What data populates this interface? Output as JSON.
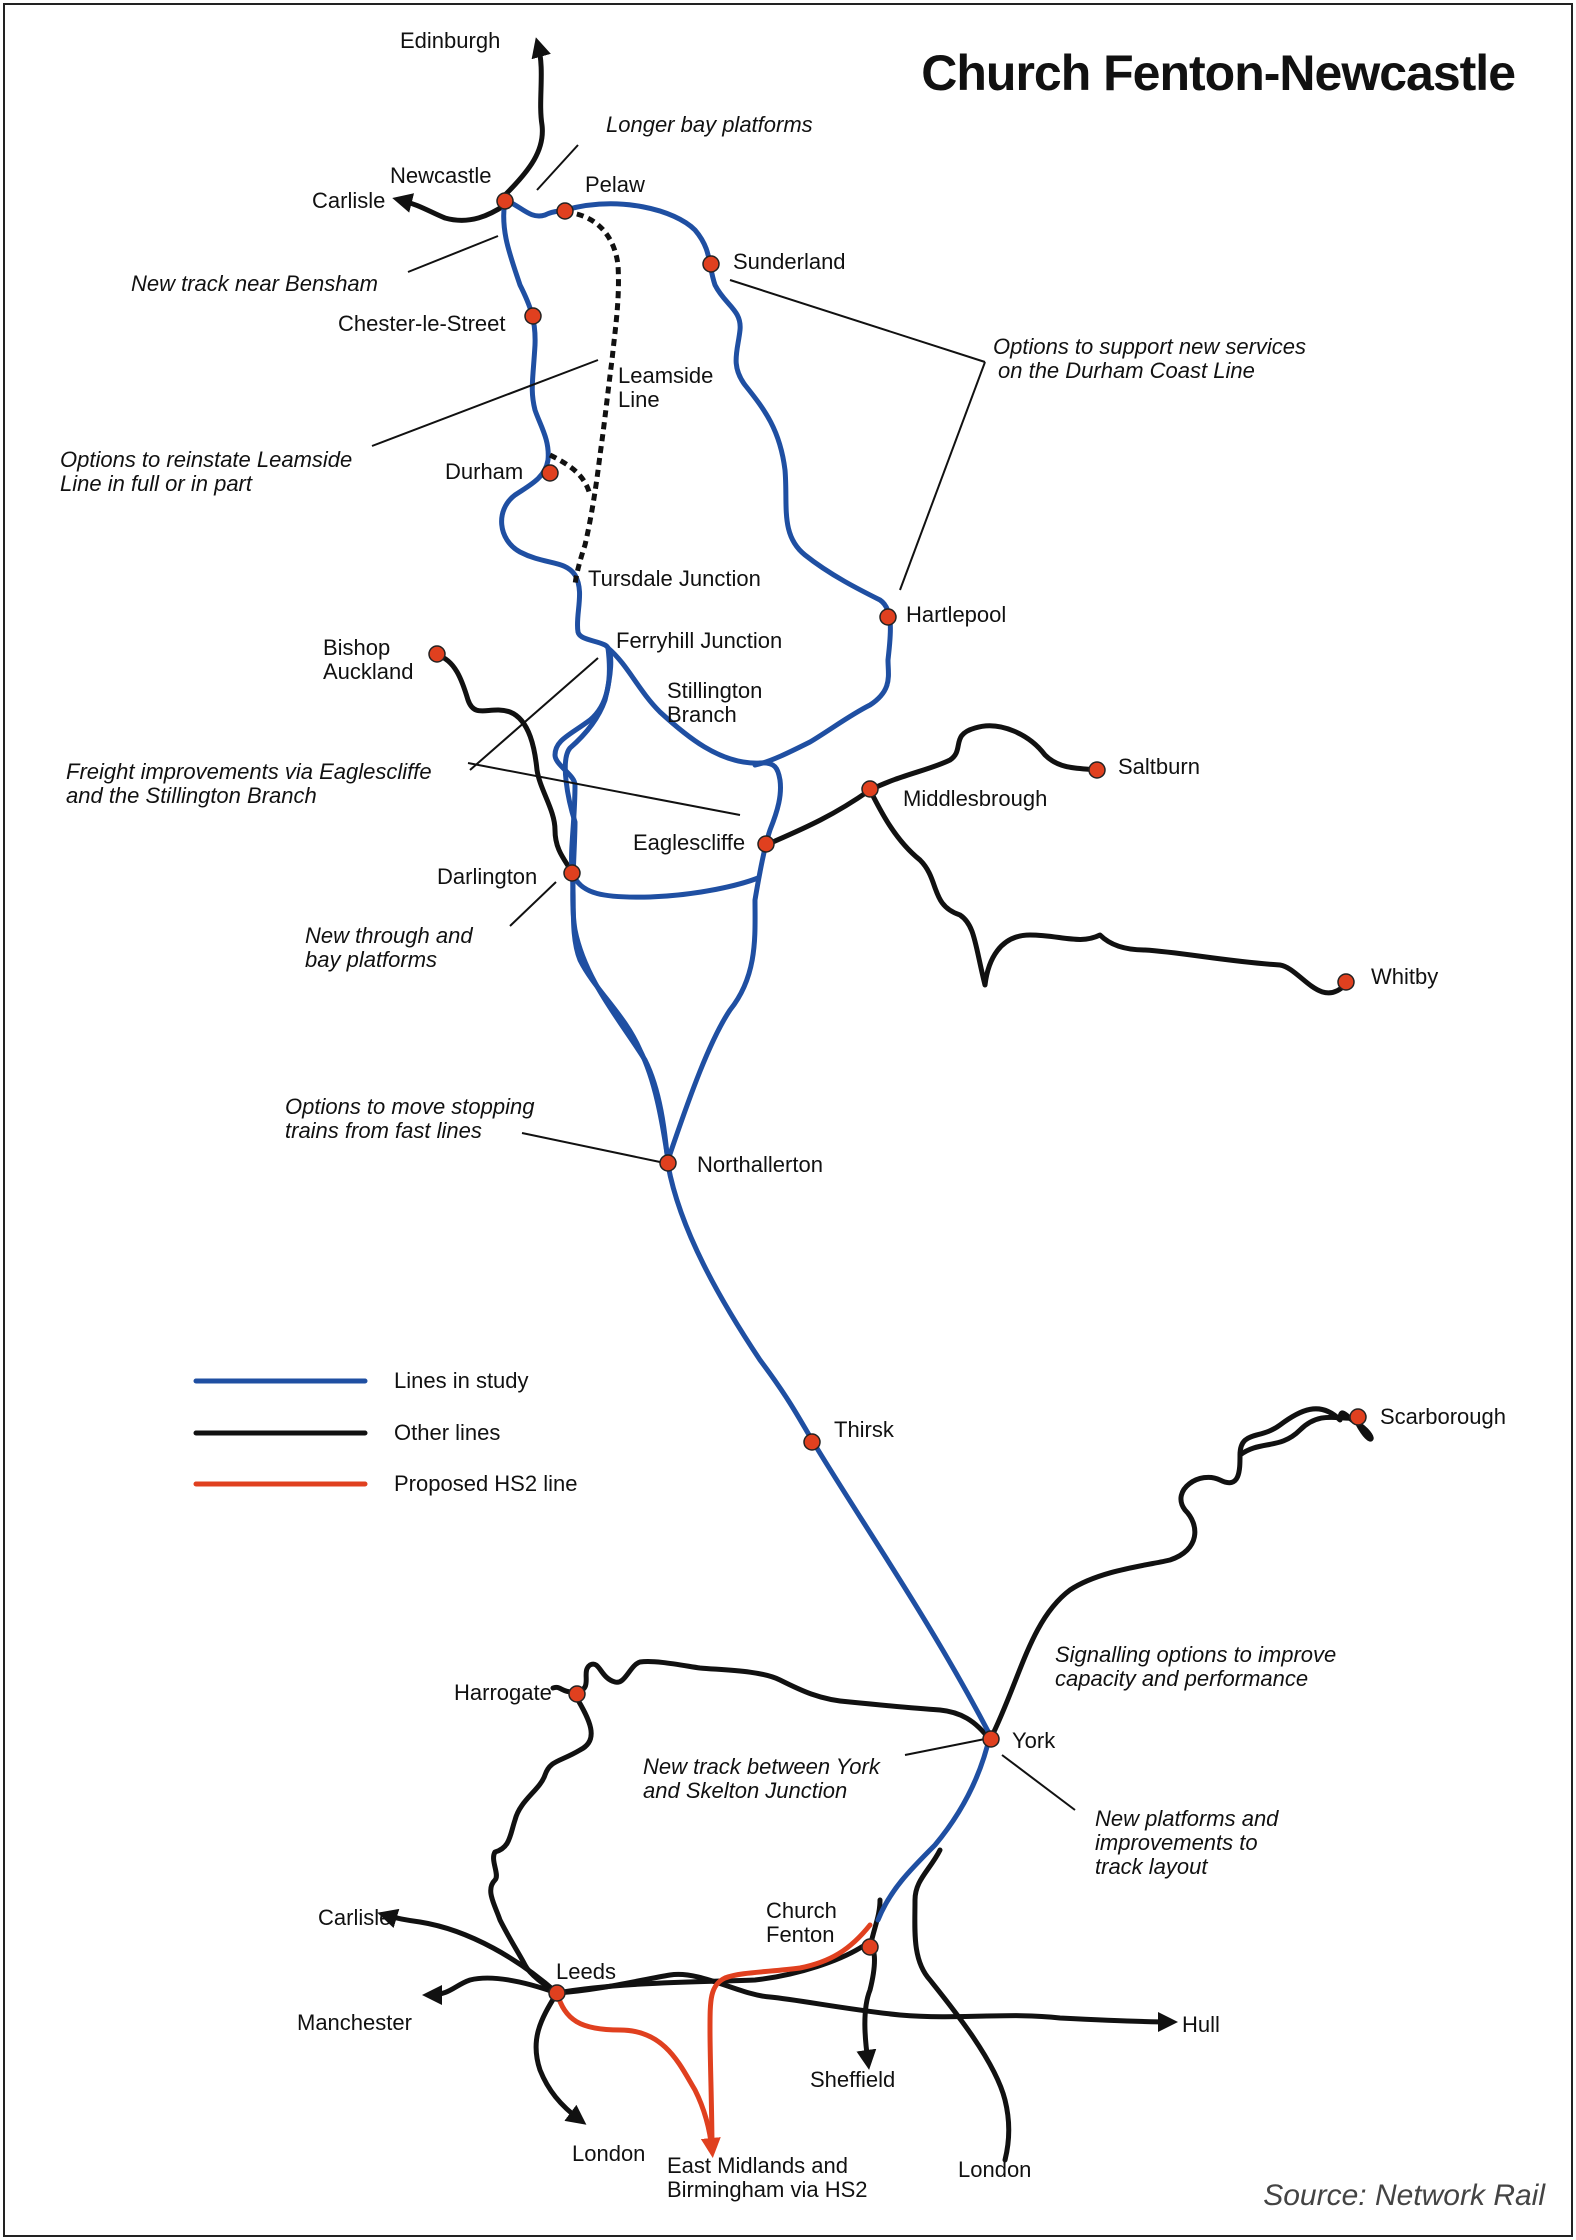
{
  "map": {
    "title": "Church Fenton-Newcastle",
    "source": "Source: Network Rail",
    "colors": {
      "study_line": "#1f4fa2",
      "other_line": "#111111",
      "hs2_line": "#e0401f",
      "station_dot": "#e0401f"
    }
  },
  "legend": {
    "items": [
      {
        "label": "Lines in study",
        "color": "#1f4fa2"
      },
      {
        "label": "Other lines",
        "color": "#111111"
      },
      {
        "label": "Proposed HS2 line",
        "color": "#e0401f"
      }
    ]
  },
  "stations": {
    "newcastle": "Newcastle",
    "pelaw": "Pelaw",
    "sunderland": "Sunderland",
    "chester_le_street": "Chester-le-Street",
    "durham": "Durham",
    "hartlepool": "Hartlepool",
    "tursdale_junction": "Tursdale Junction",
    "ferryhill_junction": "Ferryhill Junction",
    "bishop_auckland_1": "Bishop",
    "bishop_auckland_2": "Auckland",
    "saltburn": "Saltburn",
    "middlesbrough": "Middlesbrough",
    "eaglescliffe": "Eaglescliffe",
    "darlington": "Darlington",
    "whitby": "Whitby",
    "northallerton": "Northallerton",
    "thirsk": "Thirsk",
    "scarborough": "Scarborough",
    "harrogate": "Harrogate",
    "york": "York",
    "church_fenton_1": "Church",
    "church_fenton_2": "Fenton",
    "leeds": "Leeds",
    "hull": "Hull",
    "sheffield": "Sheffield",
    "london_leeds": "London",
    "london_york": "London",
    "carlisle_north": "Carlisle",
    "carlisle_south": "Carlisle",
    "manchester": "Manchester",
    "edinburgh": "Edinburgh",
    "east_midlands_1": "East Midlands and",
    "east_midlands_2": "Birmingham via HS2"
  },
  "line_labels": {
    "leamside_1": "Leamside",
    "leamside_2": "Line",
    "stillington_1": "Stillington",
    "stillington_2": "Branch"
  },
  "annotations": {
    "longer_bay": "Longer bay platforms",
    "bensham": "New track near Bensham",
    "leamside_1": "Options to reinstate Leamside",
    "leamside_2": "Line in full or in part",
    "durham_coast_1": "Options to support new services",
    "durham_coast_2": "on the Durham Coast Line",
    "freight_1": "Freight improvements via Eaglescliffe",
    "freight_2": "and the Stillington Branch",
    "darlington_1": "New through and",
    "darlington_2": "bay platforms",
    "stopping_1": "Options to move stopping",
    "stopping_2": "trains from fast lines",
    "signalling_1": "Signalling options to improve",
    "signalling_2": "capacity and performance",
    "skelton_1": "New track between York",
    "skelton_2": "and Skelton Junction",
    "york_platforms_1": "New platforms and",
    "york_platforms_2": "improvements to",
    "york_platforms_3": "track layout"
  }
}
